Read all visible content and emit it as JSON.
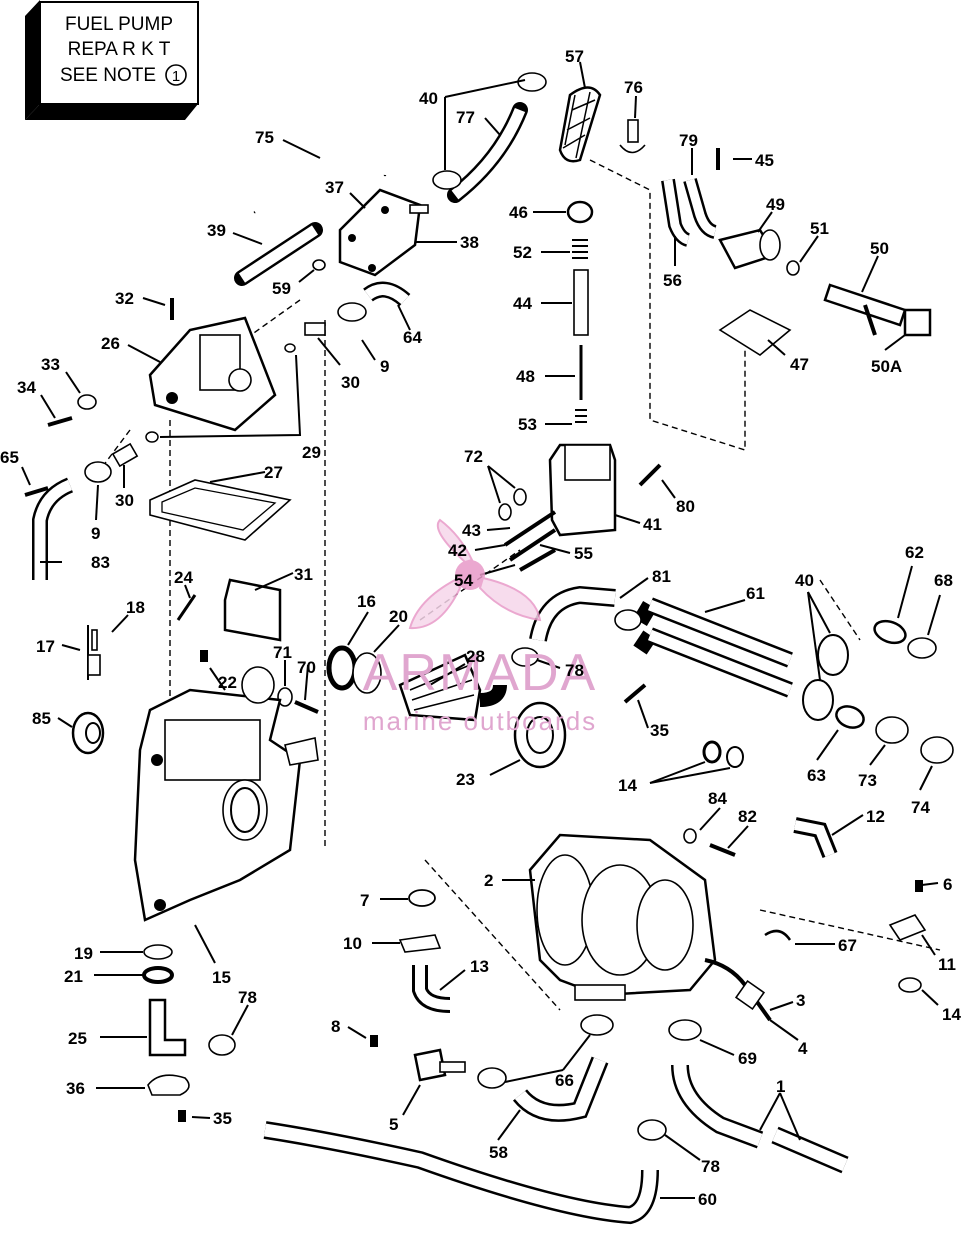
{
  "note_box": {
    "line1": "FUEL PUMP",
    "line2": "REPA R K T",
    "line3": "SEE NOTE",
    "note_number": "1"
  },
  "watermark": {
    "brand": "ARMADA",
    "subtitle": "marine outboards"
  },
  "callouts": [
    {
      "label": "57"
    },
    {
      "label": "76"
    },
    {
      "label": "40"
    },
    {
      "label": "77"
    },
    {
      "label": "75"
    },
    {
      "label": "79"
    },
    {
      "label": "45"
    },
    {
      "label": "37"
    },
    {
      "label": "46"
    },
    {
      "label": "49"
    },
    {
      "label": "39"
    },
    {
      "label": "38"
    },
    {
      "label": "52"
    },
    {
      "label": "51"
    },
    {
      "label": "50"
    },
    {
      "label": "59"
    },
    {
      "label": "56"
    },
    {
      "label": "32"
    },
    {
      "label": "44"
    },
    {
      "label": "64"
    },
    {
      "label": "26"
    },
    {
      "label": "9"
    },
    {
      "label": "47"
    },
    {
      "label": "50A"
    },
    {
      "label": "33"
    },
    {
      "label": "30"
    },
    {
      "label": "48"
    },
    {
      "label": "34"
    },
    {
      "label": "53"
    },
    {
      "label": "29"
    },
    {
      "label": "72"
    },
    {
      "label": "65"
    },
    {
      "label": "27"
    },
    {
      "label": "80"
    },
    {
      "label": "30"
    },
    {
      "label": "9"
    },
    {
      "label": "41"
    },
    {
      "label": "43"
    },
    {
      "label": "42"
    },
    {
      "label": "55"
    },
    {
      "label": "83"
    },
    {
      "label": "54"
    },
    {
      "label": "62"
    },
    {
      "label": "81"
    },
    {
      "label": "24"
    },
    {
      "label": "31"
    },
    {
      "label": "40"
    },
    {
      "label": "68"
    },
    {
      "label": "61"
    },
    {
      "label": "18"
    },
    {
      "label": "16"
    },
    {
      "label": "20"
    },
    {
      "label": "17"
    },
    {
      "label": "28"
    },
    {
      "label": "71"
    },
    {
      "label": "70"
    },
    {
      "label": "78"
    },
    {
      "label": "22"
    },
    {
      "label": "85"
    },
    {
      "label": "35"
    },
    {
      "label": "63"
    },
    {
      "label": "73"
    },
    {
      "label": "74"
    },
    {
      "label": "23"
    },
    {
      "label": "14"
    },
    {
      "label": "84"
    },
    {
      "label": "82"
    },
    {
      "label": "12"
    },
    {
      "label": "2"
    },
    {
      "label": "6"
    },
    {
      "label": "7"
    },
    {
      "label": "10"
    },
    {
      "label": "67"
    },
    {
      "label": "11"
    },
    {
      "label": "13"
    },
    {
      "label": "19"
    },
    {
      "label": "21"
    },
    {
      "label": "15"
    },
    {
      "label": "3"
    },
    {
      "label": "14"
    },
    {
      "label": "78"
    },
    {
      "label": "4"
    },
    {
      "label": "25"
    },
    {
      "label": "8"
    },
    {
      "label": "69"
    },
    {
      "label": "66"
    },
    {
      "label": "36"
    },
    {
      "label": "5"
    },
    {
      "label": "1"
    },
    {
      "label": "35"
    },
    {
      "label": "58"
    },
    {
      "label": "78"
    },
    {
      "label": "60"
    }
  ]
}
